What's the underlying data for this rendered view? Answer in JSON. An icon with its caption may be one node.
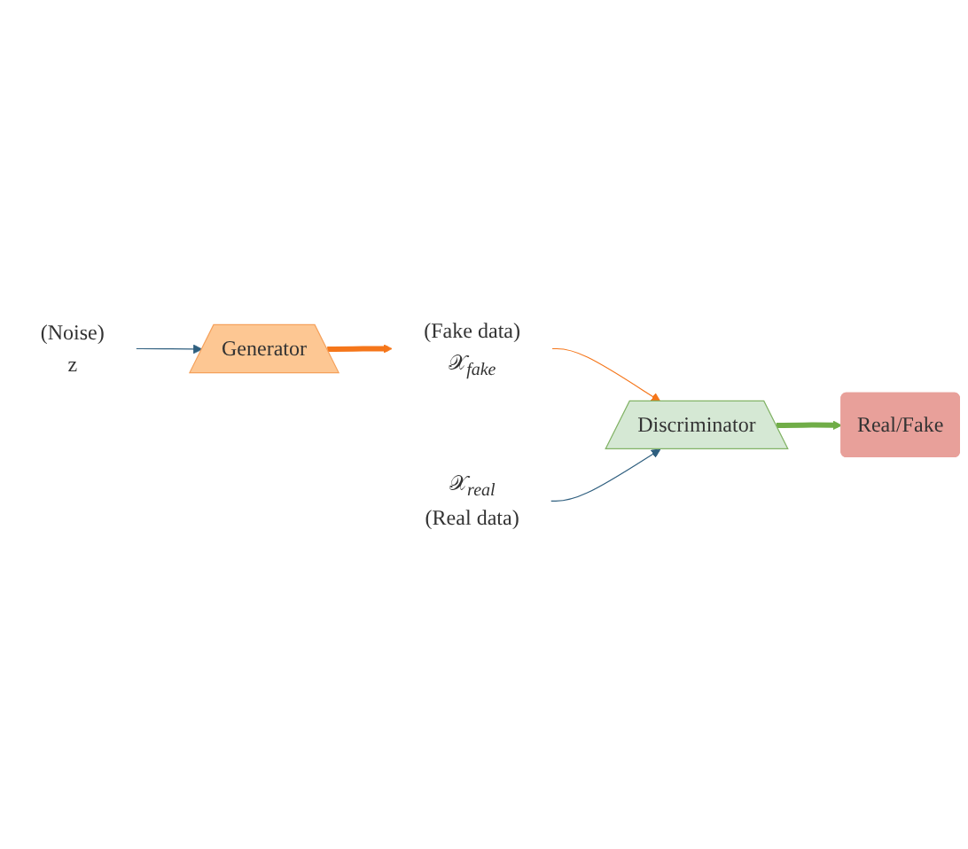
{
  "diagram": {
    "nodes": [
      {
        "text": [
          "(Noise)",
          "z"
        ]
      },
      {
        "text": [
          "Generator"
        ]
      },
      {
        "text": [
          "(Fake data)",
          "𝒳$_{fake}$"
        ]
      },
      {
        "text": [
          "Discriminator"
        ]
      },
      {
        "text": [
          "Real/Fake"
        ]
      },
      {
        "text": [
          "𝒳$_{real}$",
          "(Real data)"
        ]
      }
    ],
    "edges": [
      {
        "from": 0,
        "to": 1,
        "arrow": "to",
        "color": "#2f5f7f"
      },
      {
        "from": 1,
        "to": 2,
        "arrow": "to",
        "style": "thick",
        "color": "#f5761a"
      },
      {
        "from": 2,
        "to": 3,
        "arrow": "to",
        "color": "#f5761a"
      },
      {
        "from": 5,
        "to": 3,
        "arrow": "to",
        "color": "#2f5f7f"
      },
      {
        "from": 3,
        "to": 4,
        "arrow": "to",
        "style": "thick",
        "color": "#70ad47"
      }
    ]
  }
}
